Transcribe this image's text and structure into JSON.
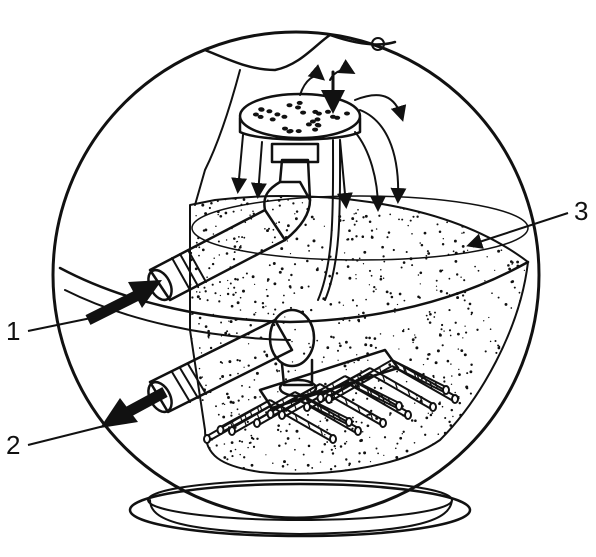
{
  "labels": {
    "callout_1": "1",
    "callout_2": "2",
    "callout_3": "3"
  },
  "colors": {
    "ink": "#111111",
    "background": "#ffffff"
  }
}
